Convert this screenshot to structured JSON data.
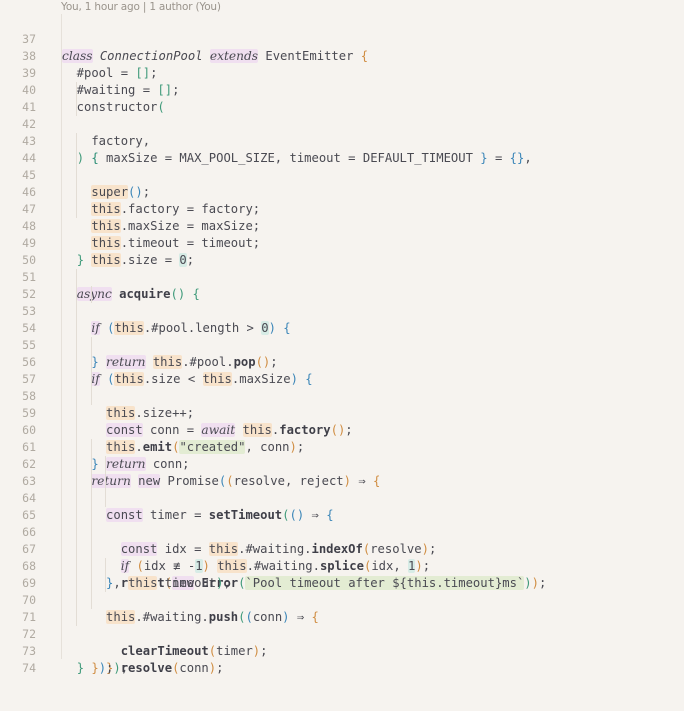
{
  "blame": "You, 1 hour ago | 1 author (You)",
  "colors": {
    "background": "#f6f3ef",
    "keyword_bg": "#f0dff0",
    "this_bg": "#f8e3cb",
    "string_bg": "#e3ecd3",
    "number_bg": "#d7ece6",
    "bracket_depth0": "#d08d42",
    "bracket_depth1": "#3f9a7a",
    "bracket_depth2": "#3b86b8"
  },
  "lines": [
    {
      "n": "37",
      "text": "class ConnectionPool extends EventEmitter {"
    },
    {
      "n": "38",
      "text": "  #pool = [];"
    },
    {
      "n": "39",
      "text": "  #waiting = [];"
    },
    {
      "n": "40",
      "text": "  constructor("
    },
    {
      "n": "41",
      "text": "    factory,"
    },
    {
      "n": "42",
      "text": "    { maxSize = MAX_POOL_SIZE, timeout = DEFAULT_TIMEOUT } = {},"
    },
    {
      "n": "43",
      "text": "  ) {"
    },
    {
      "n": "44",
      "text": "    super();"
    },
    {
      "n": "45",
      "text": "    this.factory = factory;"
    },
    {
      "n": "46",
      "text": "    this.maxSize = maxSize;"
    },
    {
      "n": "47",
      "text": "    this.timeout = timeout;"
    },
    {
      "n": "48",
      "text": "    this.size = 0;"
    },
    {
      "n": "49",
      "text": "  }"
    },
    {
      "n": "50",
      "text": ""
    },
    {
      "n": "51",
      "text": "  async acquire() {"
    },
    {
      "n": "52",
      "text": "    if (this.#pool.length > 0) {"
    },
    {
      "n": "53",
      "text": "      return this.#pool.pop();"
    },
    {
      "n": "54",
      "text": "    }"
    },
    {
      "n": "55",
      "text": "    if (this.size < this.maxSize) {"
    },
    {
      "n": "56",
      "text": "      this.size++;"
    },
    {
      "n": "57",
      "text": "      const conn = await this.factory();"
    },
    {
      "n": "58",
      "text": "      this.emit(\"created\", conn);"
    },
    {
      "n": "59",
      "text": "      return conn;"
    },
    {
      "n": "60",
      "text": "    }"
    },
    {
      "n": "61",
      "text": "    return new Promise((resolve, reject) => {"
    },
    {
      "n": "62",
      "text": "      const timer = setTimeout(() => {"
    },
    {
      "n": "63",
      "text": "        const idx = this.#waiting.indexOf(resolve);"
    },
    {
      "n": "64",
      "text": "        if (idx !== -1) this.#waiting.splice(idx, 1);"
    },
    {
      "n": "65",
      "text": "        reject(new Error(`Pool timeout after ${this.timeout}ms`));"
    },
    {
      "n": "66",
      "text": "      }, this.timeout);"
    },
    {
      "n": "67",
      "text": ""
    },
    {
      "n": "68",
      "text": "      this.#waiting.push((conn) => {"
    },
    {
      "n": "69",
      "text": "        clearTimeout(timer);"
    },
    {
      "n": "70",
      "text": "        resolve(conn);"
    },
    {
      "n": "71",
      "text": "      });"
    },
    {
      "n": "72",
      "text": "    });"
    },
    {
      "n": "73",
      "text": "  }"
    },
    {
      "n": "74",
      "text": ""
    }
  ]
}
